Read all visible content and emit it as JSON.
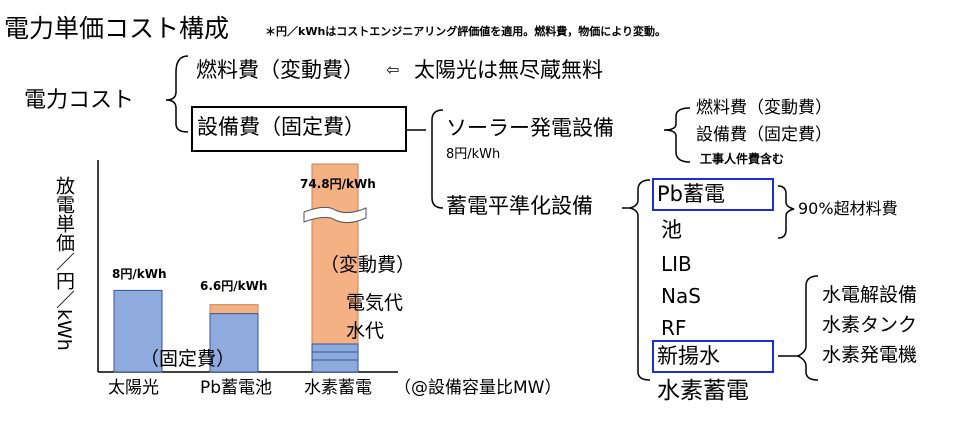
{
  "title": "電力単価コスト構成",
  "title_note": "＊円／kWhはコストエンジニアリング評価値を適用。燃料費，物価により変動。",
  "tree": {
    "root": "電力コスト",
    "fuel": "燃料費（変動費）",
    "fuel_arrow": "⇦",
    "fuel_note": "太陽光は無尽蔵無料",
    "equipment": "設備費（固定費）",
    "solar": "ソーラー発電設備",
    "solar_cost": "8円/kWh",
    "solar_sub": [
      "燃料費（変動費）",
      "設備費（固定費）",
      "工事人件費含む"
    ],
    "storage": "蓄電平準化設備",
    "storage_items": [
      "Pb蓄電",
      "池",
      "LIB",
      "NaS",
      "RF",
      "新揚水",
      "水素蓄電"
    ],
    "material_note": "90%超材料費",
    "hydrogen_sub": [
      "水電解設備",
      "水素タンク",
      "水素発電機"
    ]
  },
  "chart_data": {
    "type": "bar",
    "ylabel": "放電単価／円／kWh",
    "categories": [
      "太陽光",
      "Pb蓄電池",
      "水素蓄電"
    ],
    "x_note": "（@設備容量比MW）",
    "values": [
      8,
      6.6,
      74.8
    ],
    "value_labels": [
      "8円/kWh",
      "6.6円/kWh",
      "74.8円/kWh"
    ],
    "fixed_label": "（固定費）",
    "variable_label": "（変動費）",
    "hydrogen_labels": [
      "電気代",
      "水代"
    ],
    "axis_break": true,
    "colors": {
      "fixed": "#8FAADC",
      "variable": "#F4B183",
      "edge": "#2F5597"
    }
  }
}
